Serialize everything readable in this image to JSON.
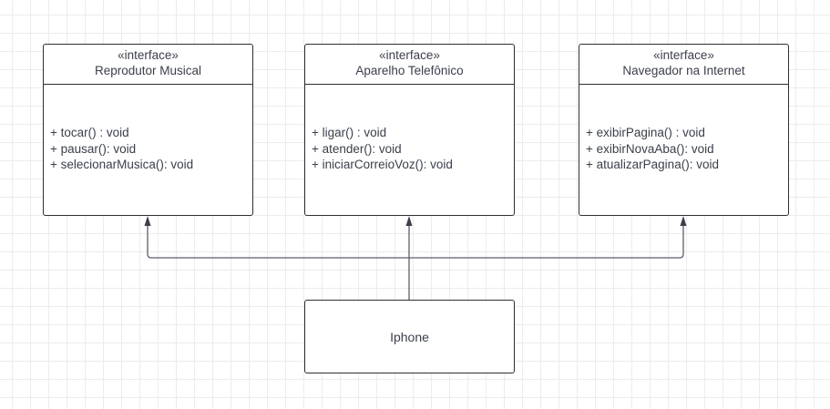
{
  "diagram": {
    "interfaces": [
      {
        "stereotype": "«interface»",
        "name": "Reprodutor Musical",
        "operations": [
          "+ tocar() : void",
          "+ pausar(): void",
          "+ selecionarMusica(): void"
        ]
      },
      {
        "stereotype": "«interface»",
        "name": "Aparelho Telefônico",
        "operations": [
          "+ ligar() : void",
          "+ atender(): void",
          "+ iniciarCorreioVoz(): void"
        ]
      },
      {
        "stereotype": "«interface»",
        "name": "Navegador na Internet",
        "operations": [
          "+ exibirPagina() : void",
          "+ exibirNovaAba(): void",
          "+ atualizarPagina(): void"
        ]
      }
    ],
    "implementing_class": {
      "name": "Iphone"
    }
  }
}
